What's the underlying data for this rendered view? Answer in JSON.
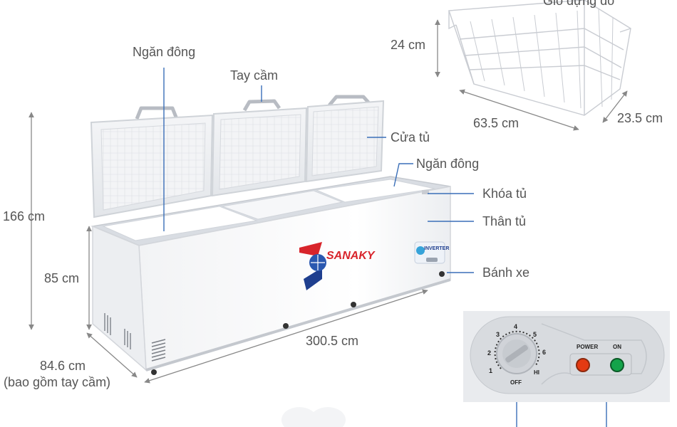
{
  "labels": {
    "basket_title": "Giỏ đựng đồ",
    "basket_height": "24 cm",
    "basket_length": "63.5 cm",
    "basket_width": "23.5 cm",
    "freezer_compartment_left": "Ngăn đông",
    "handle": "Tay cầm",
    "door": "Cửa tủ",
    "freezer_compartment_right": "Ngăn đông",
    "lock": "Khóa tủ",
    "body": "Thân tủ",
    "wheel": "Bánh xe",
    "total_height": "166 cm",
    "body_height": "85 cm",
    "length": "300.5 cm",
    "depth": "84.6 cm",
    "depth_note": "(bao gồm tay cầm)"
  },
  "brand": {
    "name": "SANAKY",
    "badge": "INVERTER",
    "color_red": "#d8242b",
    "color_blue": "#1f3f8f"
  },
  "control_panel": {
    "dial_numbers": [
      "1",
      "2",
      "3",
      "4",
      "5",
      "6"
    ],
    "dial_off": "OFF",
    "dial_hi": "HI",
    "power_label": "POWER",
    "on_label": "ON",
    "power_color": "#e43a12",
    "on_color": "#14a34a"
  },
  "colors": {
    "leader": "#3a6fb8",
    "dimension": "#888888",
    "text": "#555555"
  }
}
